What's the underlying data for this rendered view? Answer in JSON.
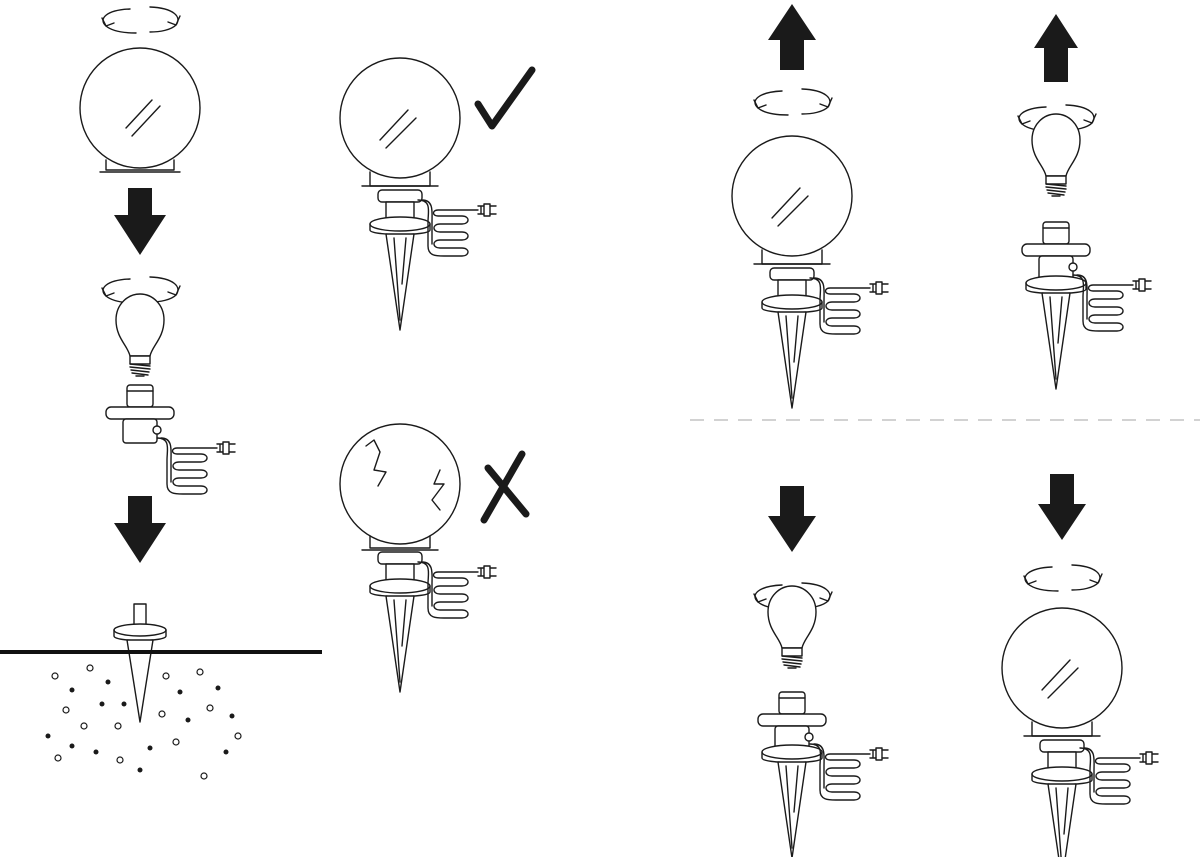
{
  "figure": {
    "kind": "assembly-instructions",
    "colors": {
      "ink": "#1a1a1a",
      "background": "#ffffff",
      "divider": "#b8b8b8"
    },
    "panels": [
      {
        "id": "assembly-sequence",
        "steps": [
          "globe-twist-off",
          "arrow-down",
          "bulb-screw-in",
          "arrow-down",
          "stake-into-soil"
        ]
      },
      {
        "id": "correct-vs-incorrect",
        "items": [
          {
            "state": "intact-globe",
            "mark": "check-icon"
          },
          {
            "state": "cracked-globe",
            "mark": "cross-icon"
          }
        ]
      },
      {
        "id": "bulb-replacement-removal",
        "steps": [
          "globe-lift-arrow-up",
          "bulb-lift-arrow-up"
        ]
      },
      {
        "id": "bulb-replacement-install",
        "steps": [
          "bulb-lower-arrow-down",
          "globe-lower-arrow-down"
        ]
      }
    ]
  }
}
